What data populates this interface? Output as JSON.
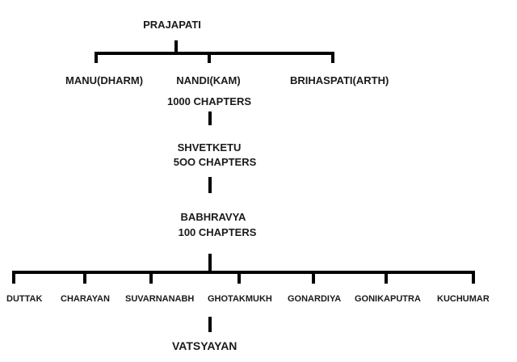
{
  "root": {
    "name": "PRAJAPATI"
  },
  "level1": [
    {
      "name": "MANU(DHARM)"
    },
    {
      "name": "NANDI(KAM)",
      "chapters": "1000 CHAPTERS"
    },
    {
      "name": "BRIHASPATI(ARTH)"
    }
  ],
  "chain": [
    {
      "name": "SHVETKETU",
      "chapters": "5OO CHAPTERS"
    },
    {
      "name": "BABHRAVYA",
      "chapters": "100 CHAPTERS"
    }
  ],
  "disciples": [
    {
      "name": "DUTTAK"
    },
    {
      "name": "CHARAYAN"
    },
    {
      "name": "SUVARNANABH"
    },
    {
      "name": "GHOTAKMUKH"
    },
    {
      "name": "GONARDIYA"
    },
    {
      "name": "GONIKAPUTRA"
    },
    {
      "name": "KUCHUMAR"
    }
  ],
  "final": {
    "name": "VATSYAYAN"
  },
  "colors": {
    "line": "#000000",
    "text": "#1a1a1a",
    "background": "#ffffff"
  }
}
